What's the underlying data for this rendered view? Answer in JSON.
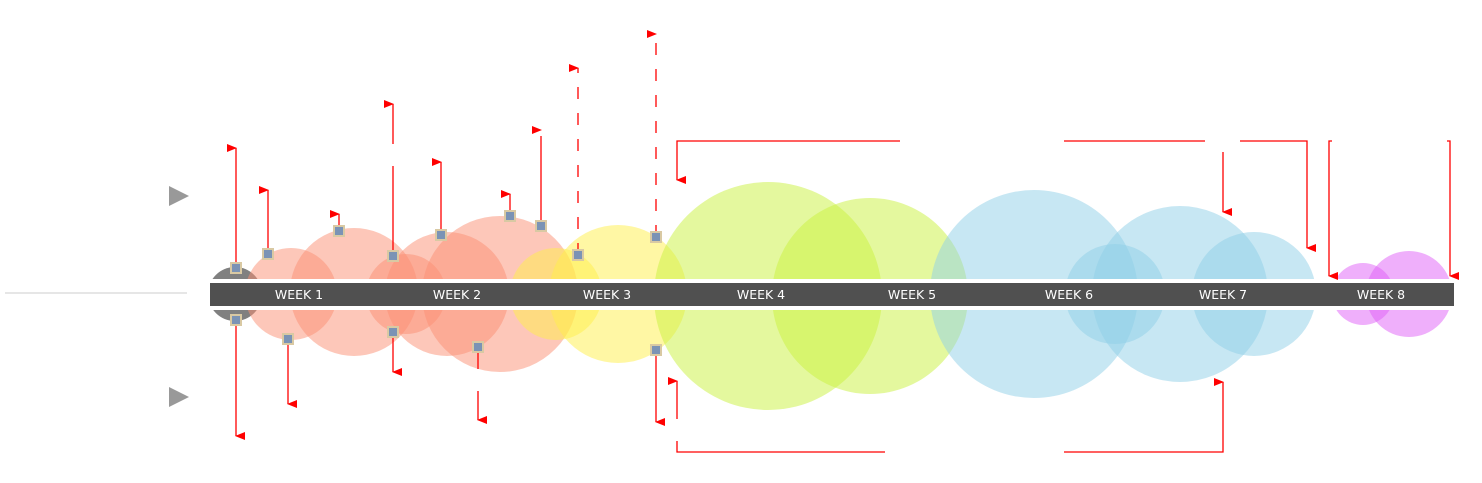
{
  "colors": {
    "bar": "#505050",
    "bar_edge": "#ffffff",
    "arrow": "#ff0000",
    "marker_fill": "#7b93b5",
    "marker_border": "#d9c9a3",
    "play_icon": "#999999",
    "rule": "#cccccc"
  },
  "weeks": [
    {
      "label": "WEEK 1"
    },
    {
      "label": "WEEK 2"
    },
    {
      "label": "WEEK 3"
    },
    {
      "label": "WEEK 4"
    },
    {
      "label": "WEEK 5"
    },
    {
      "label": "WEEK 6"
    },
    {
      "label": "WEEK 7"
    },
    {
      "label": "WEEK 8"
    }
  ],
  "bubble_groups": [
    {
      "name": "start",
      "color": "#555555"
    },
    {
      "name": "red",
      "color": "#fb8f74"
    },
    {
      "name": "yellow",
      "color": "#fff04a"
    },
    {
      "name": "lime",
      "color": "#c9f23d"
    },
    {
      "name": "blue",
      "color": "#8fd0e8"
    },
    {
      "name": "magenta",
      "color": "#e060f8"
    }
  ],
  "controls": {
    "upper_play": "play-icon",
    "lower_play": "play-icon"
  }
}
